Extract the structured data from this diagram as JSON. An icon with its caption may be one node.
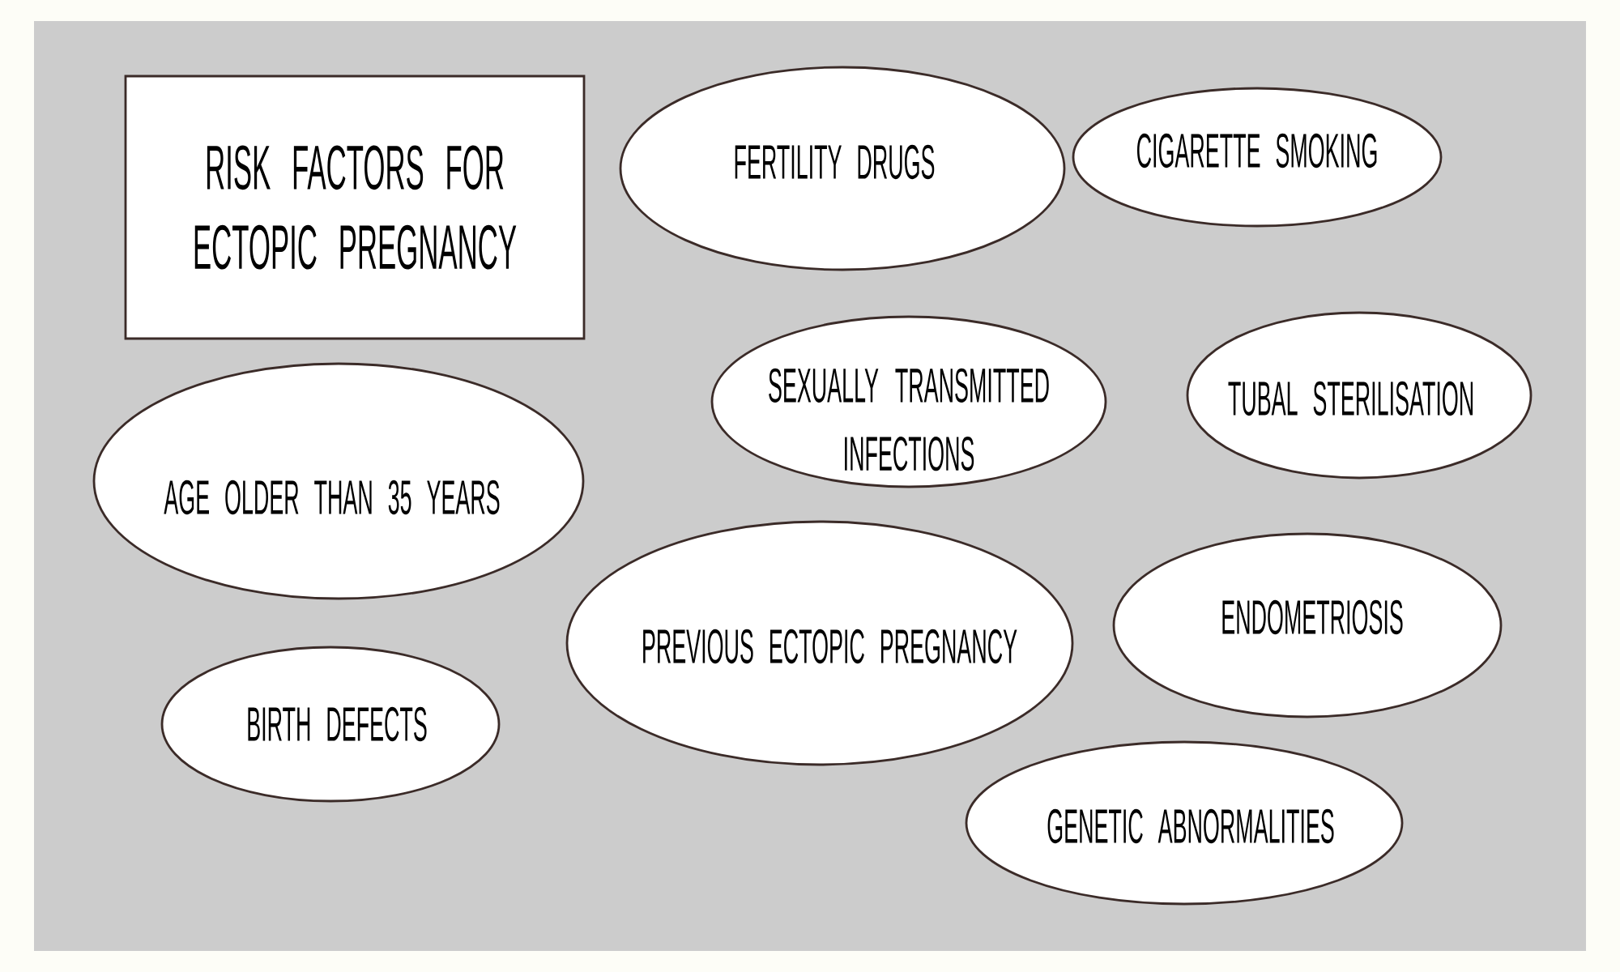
{
  "diagram": {
    "nodes": [
      {
        "text": [
          "RISK FACTORS FOR ECTOPIC PREGNANCY"
        ]
      },
      {
        "text": [
          "FERTILITY DRUGS"
        ]
      },
      {
        "text": [
          "CIGARETTE SMOKING"
        ]
      },
      {
        "text": [
          "AGE OLDER THAN 35 YEARS"
        ]
      },
      {
        "text": [
          "SEXUALLY TRANSMITTED INFECTIONS"
        ]
      },
      {
        "text": [
          "TUBAL STERILISATION"
        ]
      },
      {
        "text": [
          "PREVIOUS ECTOPIC PREGNANCY"
        ]
      },
      {
        "text": [
          "ENDOMETRIOSIS"
        ]
      },
      {
        "text": [
          "BIRTH DEFECTS"
        ]
      },
      {
        "text": [
          "GENETIC ABNORMALITIES"
        ]
      }
    ]
  }
}
